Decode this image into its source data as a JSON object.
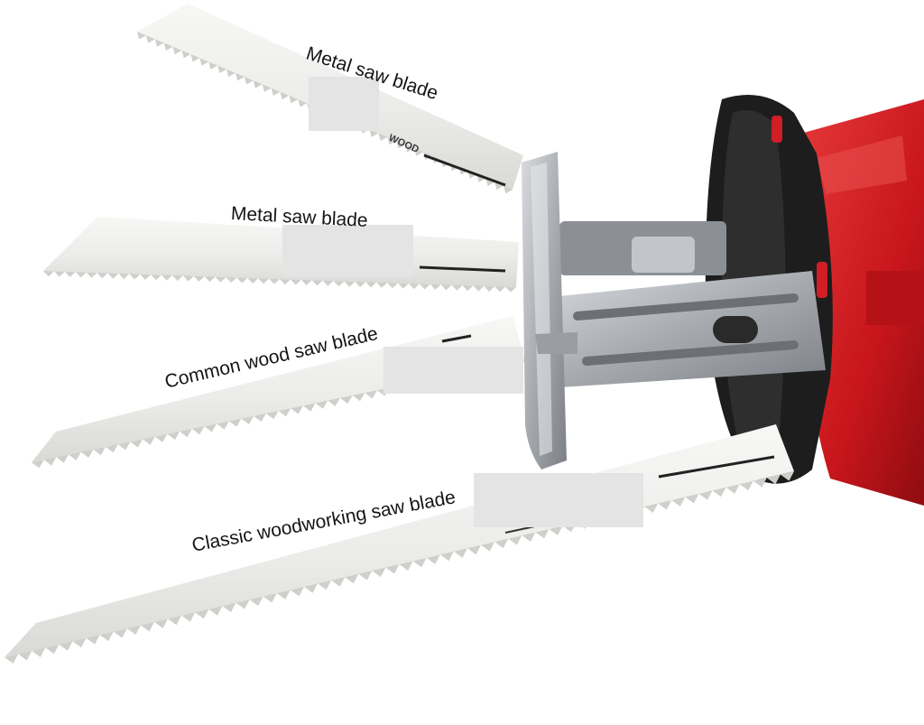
{
  "labels": [
    "Metal saw blade",
    "Metal saw blade",
    "Common wood saw blade",
    "Classic woodworking saw blade"
  ],
  "blade_stamp": "WOOD",
  "colors": {
    "background": "#ffffff",
    "blade_steel": "#eeeeec",
    "holder_steel": "#b4b8bc",
    "tool_body_red": "#d01e24",
    "tool_body_black": "#1c1c1c",
    "redaction_patch": "#e4e4e4"
  }
}
